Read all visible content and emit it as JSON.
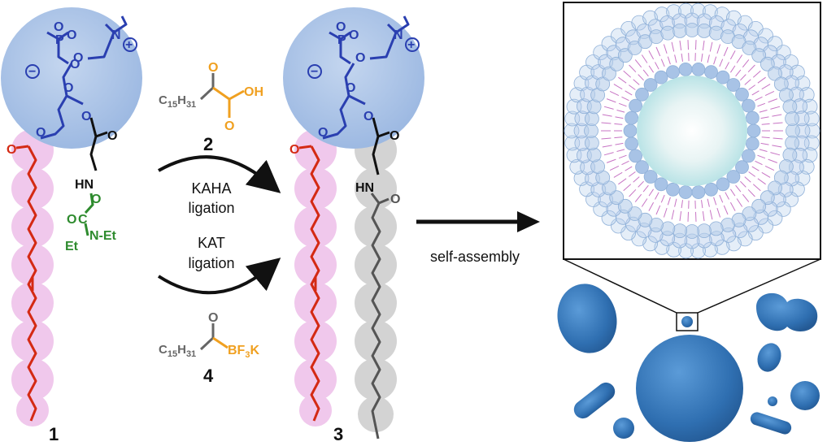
{
  "compounds": {
    "c1": "1",
    "c2": "2",
    "c3": "3",
    "c4": "4"
  },
  "reagents": {
    "c2_left": "C",
    "c2_sub": "15",
    "c2_h": "H",
    "c2_sub2": "31",
    "c2_oh": "OH",
    "c4_bf": "BF",
    "c4_sub": "3",
    "c4_k": "K"
  },
  "reactions": {
    "kaha_line1": "KAHA",
    "kaha_line2": "ligation",
    "kat_line1": "KAT",
    "kat_line2": "ligation"
  },
  "process": {
    "self_assembly": "self-assembly"
  },
  "atoms": {
    "O": "O",
    "P": "P",
    "N": "N",
    "HN": "HN",
    "neg": "−",
    "pos": "+",
    "et": "Et",
    "n_et": "N-Et"
  },
  "colors": {
    "headgroup": "#2a3fb0",
    "sphere": "#a9c3e6",
    "acyl": "#d42a14",
    "reagent": "#f0a020",
    "carbamate": "#2e8b2e",
    "amide": "#444444",
    "tail_bead_pink": "#f0c8ec",
    "tail_bead_gray": "#d3d3d3",
    "vesicle": "#3a7bbf"
  }
}
